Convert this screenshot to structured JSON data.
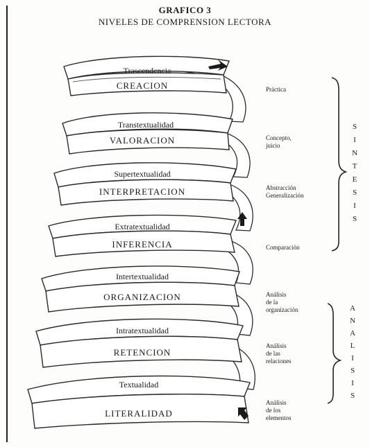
{
  "title": "GRAFICO 3",
  "subtitle": "NIVELES DE COMPRENSION LECTORA",
  "levels": [
    {
      "upper": "Trascendencia",
      "main": "CREACION"
    },
    {
      "upper": "Transtextualidad",
      "main": "VALORACION"
    },
    {
      "upper": "Supertextualidad",
      "main": "INTERPRETACION"
    },
    {
      "upper": "Extratextualidad",
      "main": "INFERENCIA"
    },
    {
      "upper": "Intertextualidad",
      "main": "ORGANIZACION"
    },
    {
      "upper": "Intratextualidad",
      "main": "RETENCION"
    },
    {
      "upper": "Textualidad",
      "main": "LITERALIDAD"
    }
  ],
  "processes": [
    {
      "lines": [
        "Práctica"
      ]
    },
    {
      "lines": [
        "Concepto,",
        "juicio"
      ]
    },
    {
      "lines": [
        "Abstracción",
        "Generalización"
      ]
    },
    {
      "lines": [
        "Comparación"
      ]
    },
    {
      "lines": [
        "Análisis",
        "de la",
        "organización"
      ]
    },
    {
      "lines": [
        "Análisis",
        "de las",
        "relaciones"
      ]
    },
    {
      "lines": [
        "Análisis",
        "de los",
        "elementos"
      ]
    }
  ],
  "groups": {
    "sintesis": "SINTESIS",
    "analisis": "ANALISIS"
  }
}
